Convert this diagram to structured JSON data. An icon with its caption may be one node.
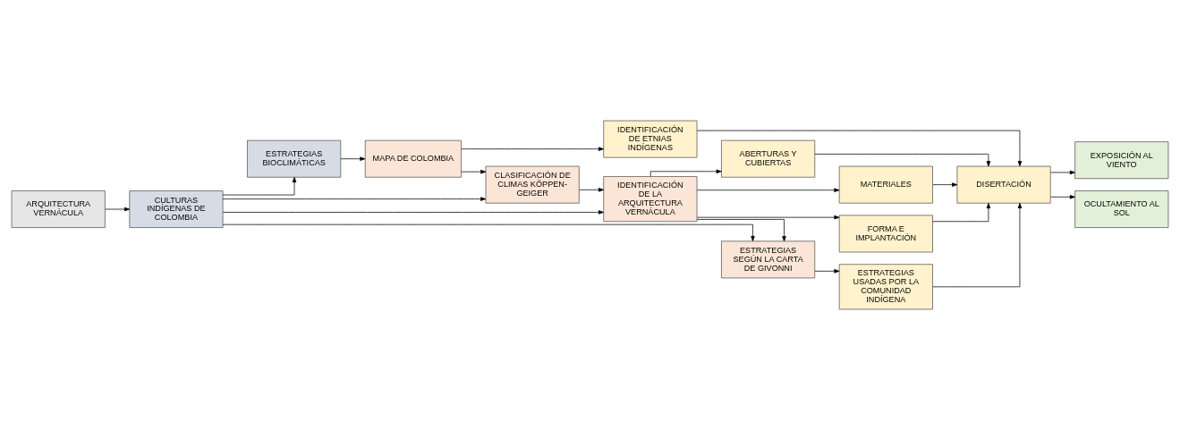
{
  "diagram": {
    "nodes": [
      {
        "text": [
          "ARQUITECTURA VERNÁCULA"
        ]
      },
      {
        "text": [
          "ESTRATEGIAS BIOCLIMÁTICAS"
        ]
      },
      {
        "text": [
          "CULTURAS INDÍGENAS DE COLOMBIA"
        ]
      },
      {
        "text": [
          "MAPA DE COLOMBIA"
        ]
      },
      {
        "text": [
          "CLASIFICACIÓN DE CLIMAS KÖPPEN-GEIGER"
        ]
      },
      {
        "text": [
          "IDENTIFICACIÓN DE LA ARQUITECTURA VERNÁCULA"
        ]
      },
      {
        "text": [
          "ESTRATEGIAS SEGÚN LA CARTA DE GIVONNI"
        ]
      },
      {
        "text": [
          "IDENTIFICACIÓN DE ETNIAS INDÍGENAS"
        ]
      },
      {
        "text": [
          "MATERIALES"
        ]
      },
      {
        "text": [
          "FORMA E IMPLANTACIÓN"
        ]
      },
      {
        "text": [
          "ABERTURAS Y CUBIERTAS"
        ]
      },
      {
        "text": [
          "ESTRATEGIAS USADAS POR LA COMUNIDAD INDÍGENA"
        ]
      },
      {
        "text": [
          "DISERTACIÓN"
        ]
      },
      {
        "text": [
          "EXPOSICIÓN AL VIENTO"
        ]
      },
      {
        "text": [
          "OCULTAMIENTO AL SOL"
        ]
      }
    ],
    "edges": [
      {
        "from": 0,
        "to": 2,
        "arrow": "to"
      },
      {
        "from": 2,
        "to": 1,
        "arrow": "to"
      },
      {
        "from": 1,
        "to": 3,
        "arrow": "to"
      },
      {
        "from": 3,
        "to": 7,
        "arrow": "to"
      },
      {
        "from": 3,
        "to": 4,
        "arrow": "to"
      },
      {
        "from": 2,
        "to": 4,
        "arrow": "to"
      },
      {
        "from": 2,
        "to": 5,
        "arrow": "to"
      },
      {
        "from": 2,
        "to": 6,
        "arrow": "to"
      },
      {
        "from": 4,
        "to": 5,
        "arrow": "to"
      },
      {
        "from": 5,
        "to": 8,
        "arrow": "to"
      },
      {
        "from": 5,
        "to": 9,
        "arrow": "to"
      },
      {
        "from": 5,
        "to": 10,
        "arrow": "to"
      },
      {
        "from": 5,
        "to": 6,
        "arrow": "to"
      },
      {
        "from": 6,
        "to": 11,
        "arrow": "to"
      },
      {
        "from": 7,
        "to": 12,
        "arrow": "to"
      },
      {
        "from": 8,
        "to": 12,
        "arrow": "to"
      },
      {
        "from": 9,
        "to": 12,
        "arrow": "to"
      },
      {
        "from": 10,
        "to": 12,
        "arrow": "to"
      },
      {
        "from": 11,
        "to": 12,
        "arrow": "to"
      },
      {
        "from": 12,
        "to": 13,
        "arrow": "to"
      },
      {
        "from": 12,
        "to": 14,
        "arrow": "to"
      }
    ]
  }
}
